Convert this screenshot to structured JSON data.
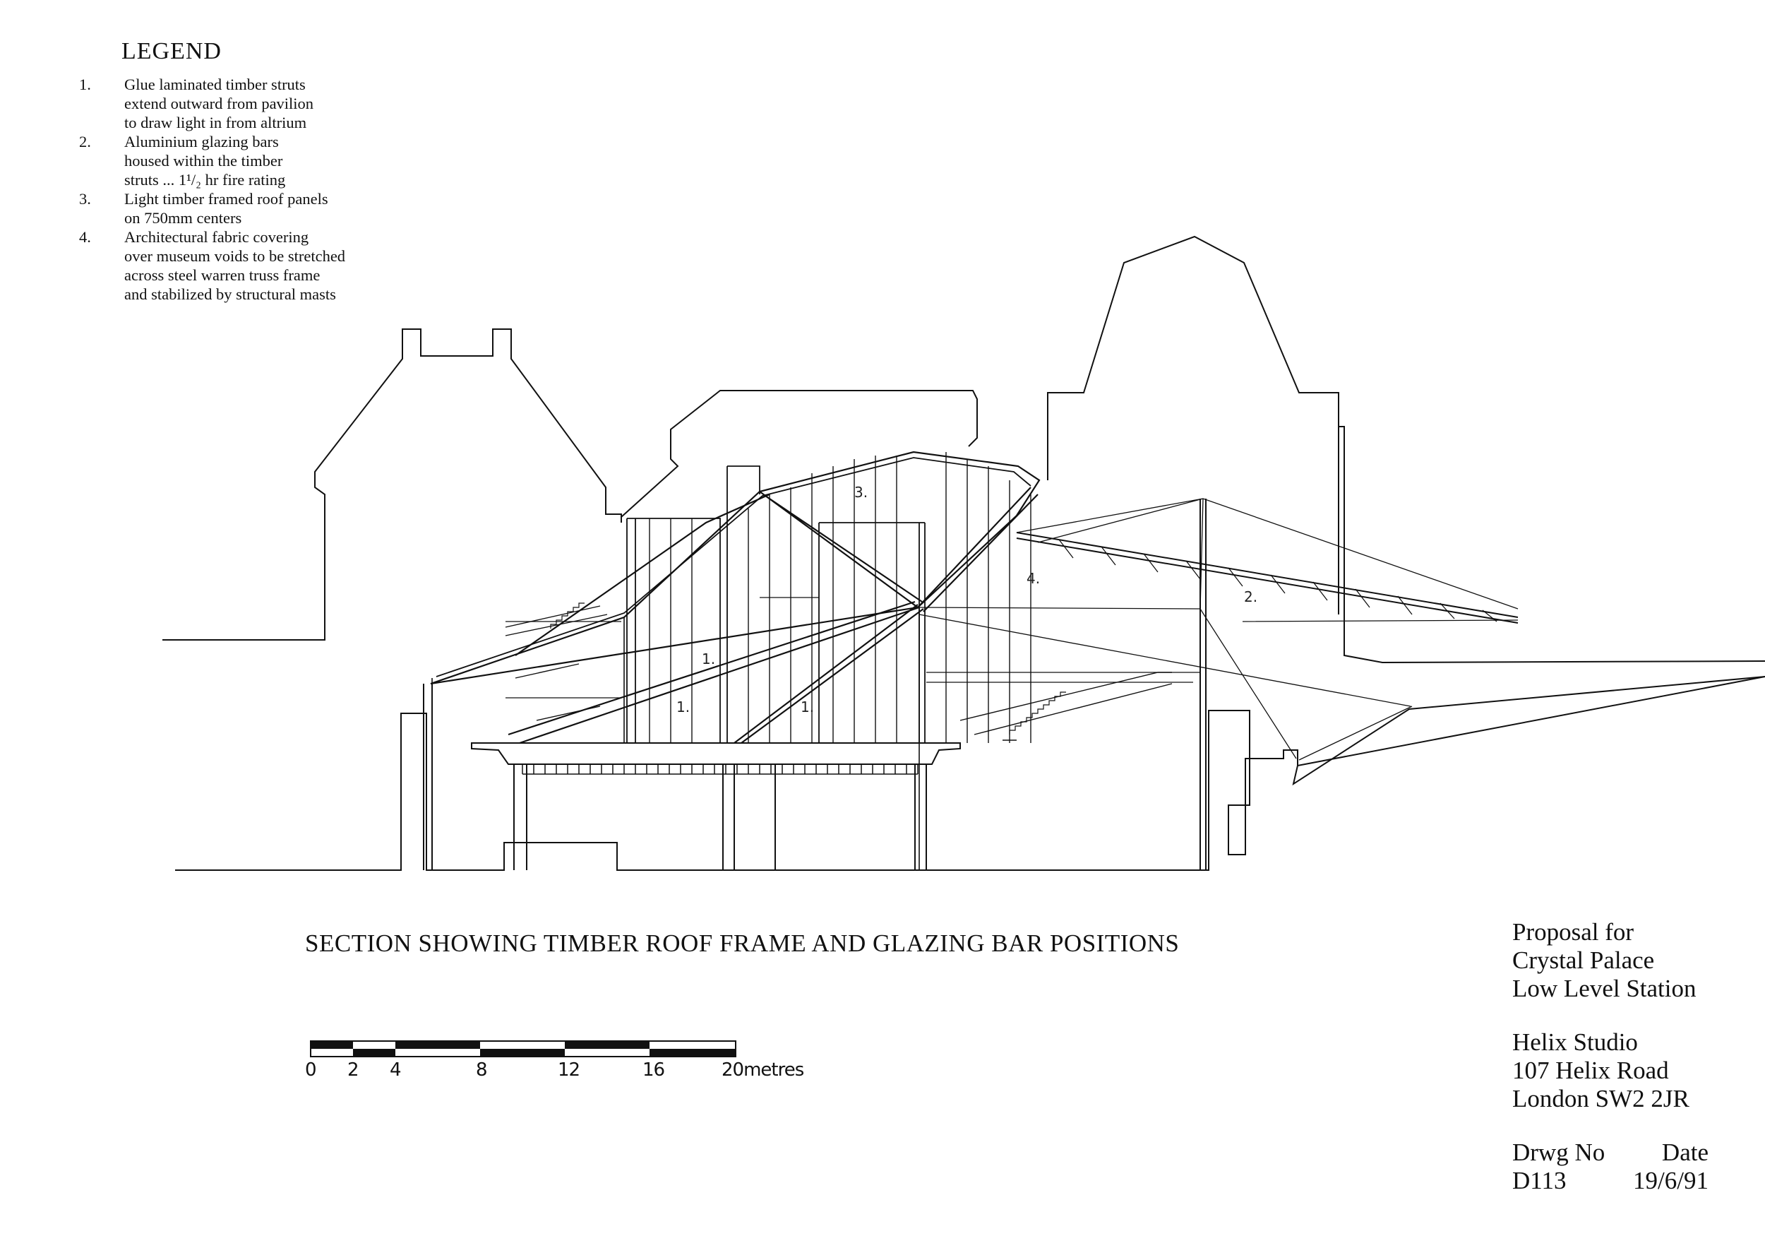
{
  "legend": {
    "title": "LEGEND",
    "items": [
      {
        "num": "1.",
        "lines": [
          "Glue laminated timber struts",
          "extend outward from pavilion",
          "to draw light in from altrium"
        ]
      },
      {
        "num": "2.",
        "lines": [
          "Aluminium glazing bars",
          "housed within the timber",
          "struts ... 1¹/₂ hr fire rating"
        ]
      },
      {
        "num": "3.",
        "lines": [
          "Light timber framed roof panels",
          "on 750mm centers"
        ]
      },
      {
        "num": "4.",
        "lines": [
          "Architectural fabric covering",
          "over museum voids to be stretched",
          "across steel warren truss frame",
          "and stabilized by structural masts"
        ]
      }
    ]
  },
  "drawing": {
    "tags": [
      "1.",
      "1.",
      "1.",
      "2.",
      "3.",
      "4."
    ]
  },
  "caption": "SECTION SHOWING  TIMBER ROOF FRAME  AND GLAZING BAR  POSITIONS",
  "scale_bar": {
    "ticks": [
      "0",
      "2",
      "4",
      "8",
      "12",
      "16",
      "20metres"
    ]
  },
  "title_block": {
    "proposal": [
      "Proposal for",
      "Crystal Palace",
      "Low Level Station"
    ],
    "studio": [
      "Helix Studio",
      "107 Helix Road",
      "London SW2 2JR"
    ],
    "drwg_label": "Drwg No",
    "date_label": "Date",
    "drwg_no": "D113",
    "date": "19/6/91"
  }
}
